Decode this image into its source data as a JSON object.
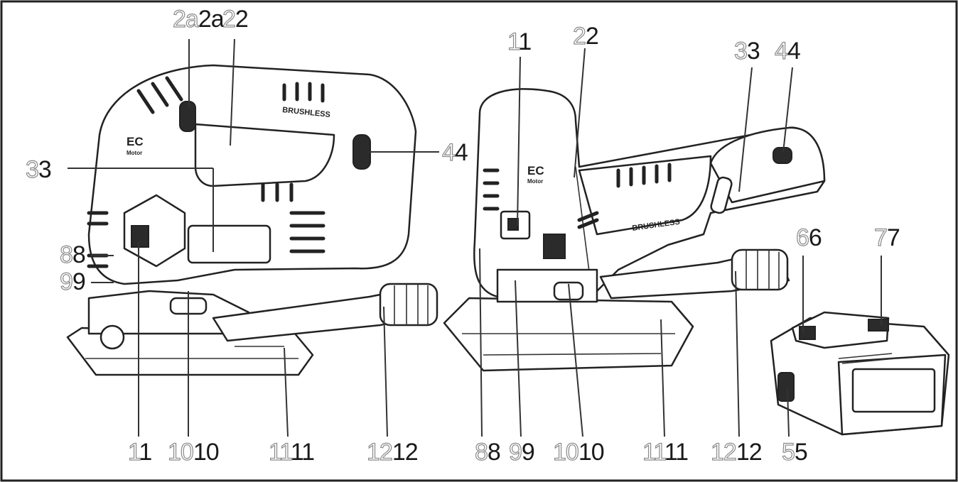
{
  "diagram": {
    "brand_text": "BRUSHLESS",
    "motor_badge": "EC",
    "motor_badge_sub": "Motor",
    "labels_left": [
      {
        "key": "2a",
        "ghost": "2a",
        "solid": "2a"
      },
      {
        "key": "2",
        "ghost": "2",
        "solid": "2"
      },
      {
        "key": "3",
        "ghost": "3",
        "solid": "3"
      },
      {
        "key": "4",
        "ghost": "4",
        "solid": "4"
      },
      {
        "key": "8",
        "ghost": "8",
        "solid": "8"
      },
      {
        "key": "9",
        "ghost": "9",
        "solid": "9"
      },
      {
        "key": "1",
        "ghost": "1",
        "solid": "1"
      },
      {
        "key": "10",
        "ghost": "10",
        "solid": "10"
      },
      {
        "key": "11",
        "ghost": "11",
        "solid": "11"
      },
      {
        "key": "12",
        "ghost": "12",
        "solid": "12"
      }
    ],
    "labels_right": [
      {
        "key": "1",
        "ghost": "1",
        "solid": "1"
      },
      {
        "key": "2",
        "ghost": "2",
        "solid": "2"
      },
      {
        "key": "3",
        "ghost": "3",
        "solid": "3"
      },
      {
        "key": "4",
        "ghost": "4",
        "solid": "4"
      },
      {
        "key": "8",
        "ghost": "8",
        "solid": "8"
      },
      {
        "key": "9",
        "ghost": "9",
        "solid": "9"
      },
      {
        "key": "10",
        "ghost": "10",
        "solid": "10"
      },
      {
        "key": "11",
        "ghost": "11",
        "solid": "11"
      },
      {
        "key": "12",
        "ghost": "12",
        "solid": "12"
      }
    ],
    "labels_battery": [
      {
        "key": "6",
        "ghost": "6",
        "solid": "6"
      },
      {
        "key": "7",
        "ghost": "7",
        "solid": "7"
      },
      {
        "key": "5",
        "ghost": "5",
        "solid": "5"
      }
    ]
  }
}
